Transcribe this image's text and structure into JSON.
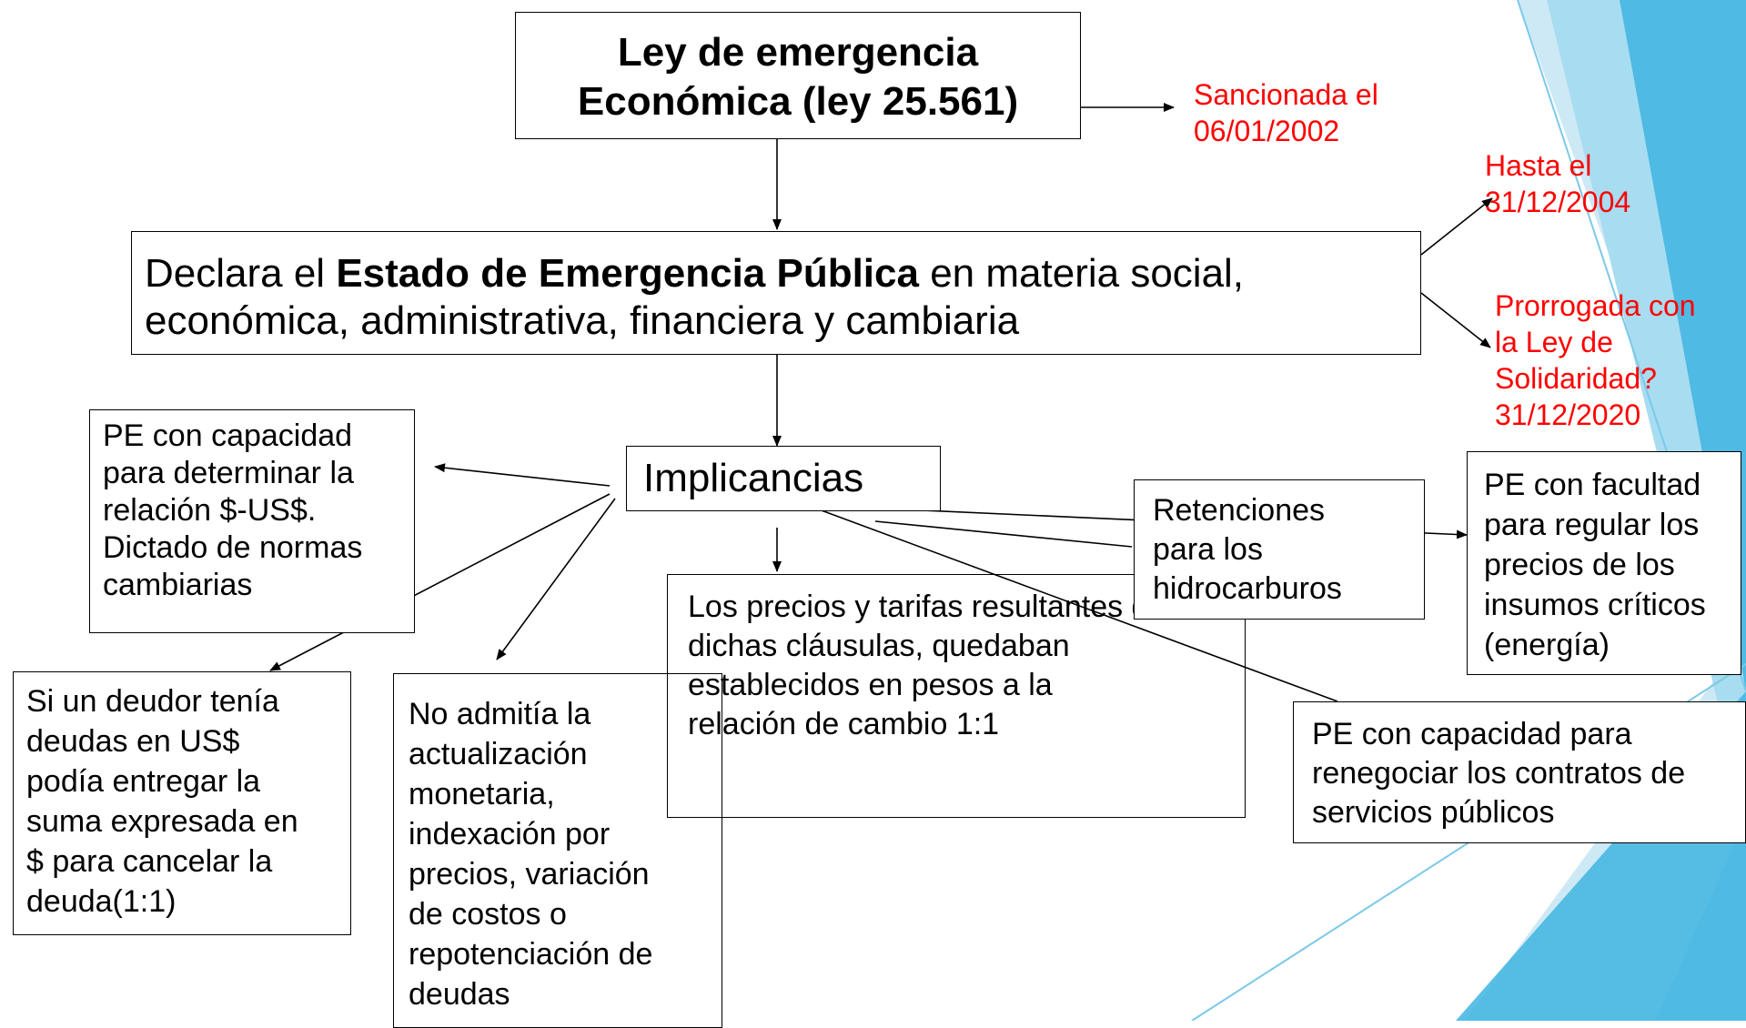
{
  "title": {
    "line1": "Ley de emergencia",
    "line2": "Económica (ley 25.561)"
  },
  "sanction_note": {
    "line1": "Sancionada el",
    "line2": "06/01/2002"
  },
  "until_note": {
    "line1": "Hasta el",
    "line2": "31/12/2004"
  },
  "extension_note": {
    "line1": "Prorrogada con",
    "line2": "la Ley de",
    "line3": "Solidaridad?",
    "line4": "31/12/2020"
  },
  "declaration": {
    "prefix": "Declara el ",
    "bold": "Estado de  Emergencia Pública",
    "suffix": " en materia social,",
    "line2": "económica, administrativa, financiera y cambiaria"
  },
  "implicancias": "Implicancias",
  "boxes": {
    "exchange_rate": [
      "PE con capacidad",
      "para determinar la",
      "relación $-US$.",
      "Dictado de normas",
      "cambiarias"
    ],
    "debtor": [
      "Si un deudor tenía",
      "deudas en US$",
      "podía entregar la",
      "suma expresada en",
      "$ para cancelar la",
      "deuda(1:1)"
    ],
    "indexation": [
      "No admitía la",
      "actualización",
      "monetaria,",
      "indexación por",
      "precios, variación",
      "de costos o",
      "repotenciación de",
      "deudas"
    ],
    "prices": [
      "Los precios y tarifas resultantes de",
      "dichas cláusulas, quedaban",
      "establecidos en pesos a la",
      "relación de cambio 1:1"
    ],
    "retentions": [
      "Retenciones",
      "para los",
      "hidrocarburos"
    ],
    "regulate_prices": [
      "PE con facultad",
      "para regular los",
      "precios de los",
      "insumos críticos",
      "(energía)"
    ],
    "renegotiate": [
      "PE con capacidad para",
      "renegociar los contratos de",
      "servicios públicos"
    ]
  },
  "colors": {
    "note_text": "#ff0000",
    "accent_light": "#cde9f5",
    "accent_dark": "#3fb4e0"
  }
}
